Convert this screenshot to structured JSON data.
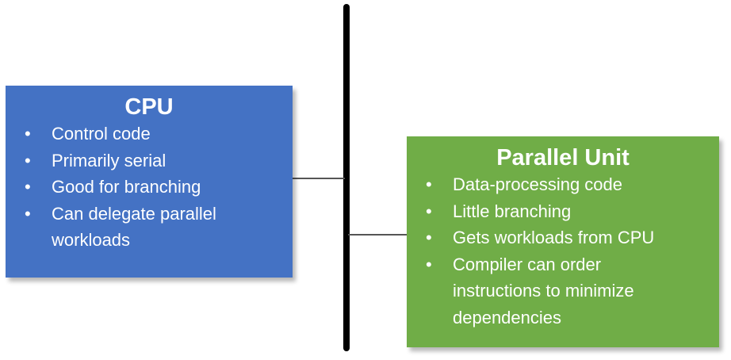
{
  "colors": {
    "cpu_box": "#4472c4",
    "parallel_box": "#70ad47",
    "spine": "#000000",
    "connector": "#555555",
    "text": "#ffffff"
  },
  "bullet_glyph": "•",
  "cpu": {
    "title": "CPU",
    "items": [
      "Control code",
      "Primarily serial",
      "Good for branching",
      "Can delegate parallel workloads"
    ]
  },
  "parallel_unit": {
    "title": "Parallel Unit",
    "items": [
      "Data-processing code",
      "Little branching",
      "Gets workloads from CPU",
      "Compiler can order instructions to minimize dependencies"
    ]
  }
}
